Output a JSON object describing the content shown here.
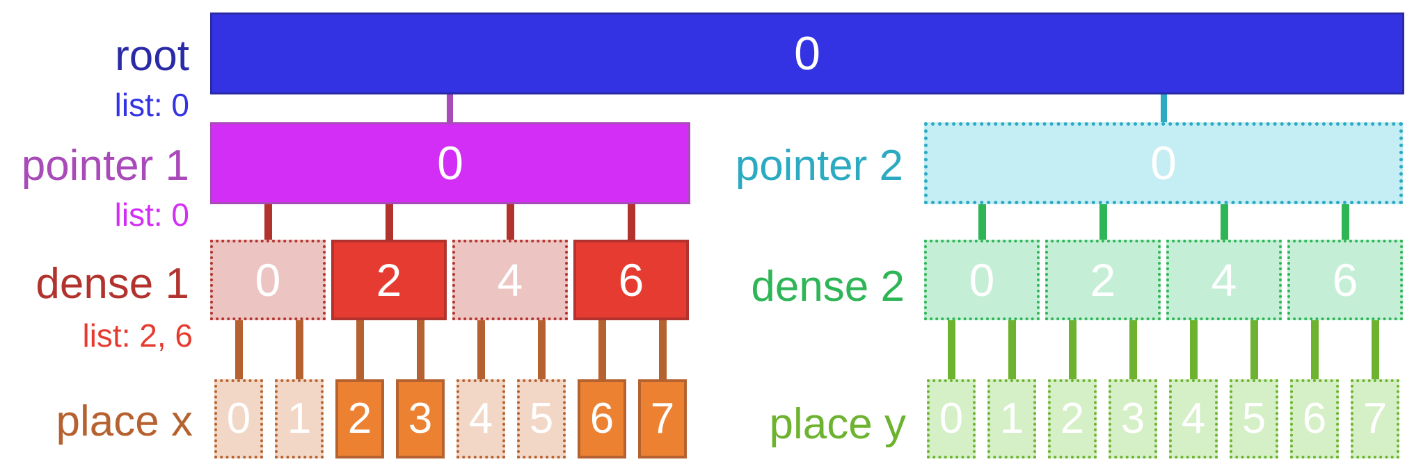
{
  "colors": {
    "root_fill": "#3333E4",
    "root_border": "#2A2AA8",
    "root_label": "#2A2AA6",
    "root_list": "#3333E4",
    "pointer1_fill": "#D22EF5",
    "pointer1_border": "#A84AB8",
    "pointer1_label": "#A84AB8",
    "pointer1_list": "#D22EF5",
    "pointer2_fill": "#C5EDF4",
    "pointer2_border": "#2BAAC2",
    "pointer2_label": "#2BAAC2",
    "dense1_active_fill": "#E63B30",
    "dense1_inactive_fill": "#ECC5C3",
    "dense1_border": "#B2332D",
    "dense1_label": "#B2332D",
    "dense1_list": "#E63B30",
    "dense2_fill": "#C5EED6",
    "dense2_border": "#2DB556",
    "dense2_label": "#2DB556",
    "placex_active_fill": "#EC8132",
    "placex_inactive_fill": "#F2D7C6",
    "placex_border": "#B66230",
    "placex_label": "#B66230",
    "placey_fill": "#D5EFC7",
    "placey_border": "#6DB32F",
    "placey_label": "#6DB32F"
  },
  "root": {
    "label": "root",
    "list": "list: 0",
    "value": "0"
  },
  "pointer1": {
    "label": "pointer 1",
    "list": "list: 0",
    "value": "0"
  },
  "pointer2": {
    "label": "pointer 2",
    "value": "0"
  },
  "dense1": {
    "label": "dense 1",
    "list": "list: 2, 6",
    "cells": [
      {
        "value": "0",
        "active": false
      },
      {
        "value": "2",
        "active": true
      },
      {
        "value": "4",
        "active": false
      },
      {
        "value": "6",
        "active": true
      }
    ]
  },
  "dense2": {
    "label": "dense 2",
    "cells": [
      {
        "value": "0",
        "active": false
      },
      {
        "value": "2",
        "active": false
      },
      {
        "value": "4",
        "active": false
      },
      {
        "value": "6",
        "active": false
      }
    ]
  },
  "placex": {
    "label": "place x",
    "cells": [
      {
        "value": "0",
        "active": false
      },
      {
        "value": "1",
        "active": false
      },
      {
        "value": "2",
        "active": true
      },
      {
        "value": "3",
        "active": true
      },
      {
        "value": "4",
        "active": false
      },
      {
        "value": "5",
        "active": false
      },
      {
        "value": "6",
        "active": true
      },
      {
        "value": "7",
        "active": true
      }
    ]
  },
  "placey": {
    "label": "place y",
    "cells": [
      {
        "value": "0",
        "active": false
      },
      {
        "value": "1",
        "active": false
      },
      {
        "value": "2",
        "active": false
      },
      {
        "value": "3",
        "active": false
      },
      {
        "value": "4",
        "active": false
      },
      {
        "value": "5",
        "active": false
      },
      {
        "value": "6",
        "active": false
      },
      {
        "value": "7",
        "active": false
      }
    ]
  }
}
